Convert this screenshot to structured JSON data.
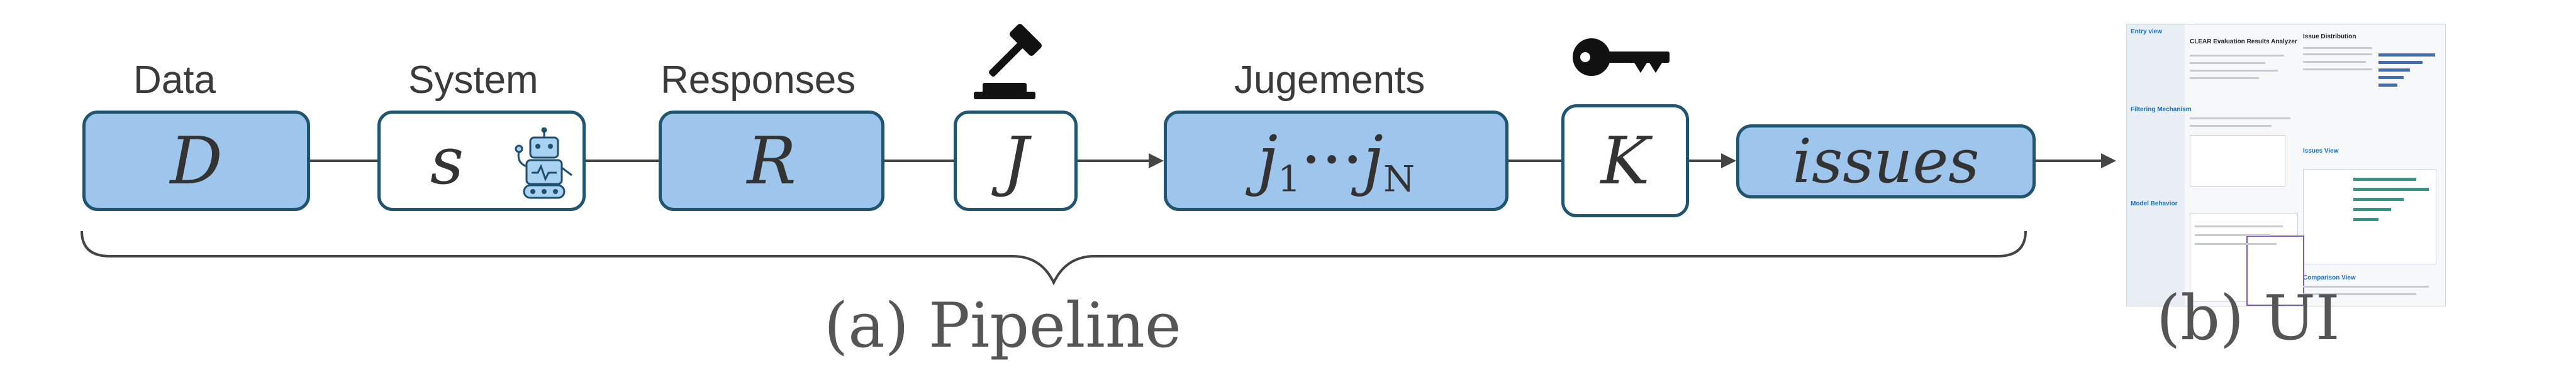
{
  "labels": {
    "data": "Data",
    "system": "System",
    "responses": "Responses",
    "judgements": "Jugements"
  },
  "nodes": {
    "d": "D",
    "s": "s",
    "r": "R",
    "j": "J",
    "j_first": "j",
    "j_first_sub": "1",
    "j_dots": "···",
    "j_last": "j",
    "j_last_sub": "N",
    "k": "K",
    "issues": "issues"
  },
  "icons": {
    "system": "robot-icon",
    "judge": "gavel-icon",
    "key": "key-icon"
  },
  "captions": {
    "pipeline": "(a)   Pipeline",
    "ui": "(b) UI"
  },
  "ui_screenshot": {
    "sections": [
      "Entry view",
      "Filtering Mechanism",
      "Model Behavior",
      "Issues View",
      "Comparison View"
    ],
    "title": "CLEAR Evaluation Results Analyzer",
    "issues_heading": "Issue Distribution"
  },
  "colors": {
    "node_fill": "#9ec5ec",
    "node_border": "#1f5571",
    "connector": "#444444"
  }
}
